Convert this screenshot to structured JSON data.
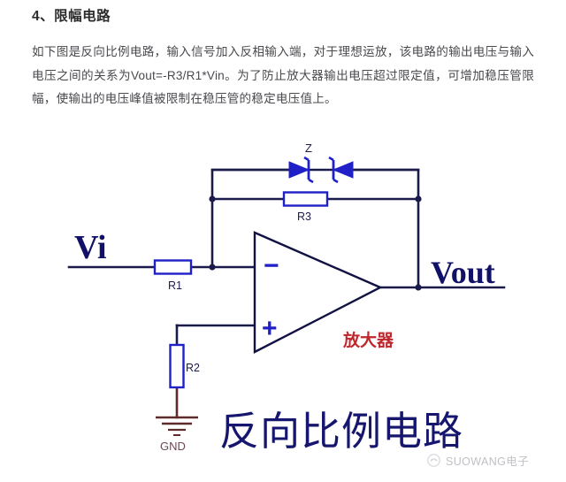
{
  "article": {
    "heading": "4、限幅电路",
    "body": "如下图是反向比例电路，输入信号加入反相输入端，对于理想运放，该电路的输出电压与输入电压之间的关系为Vout=-R3/R1*Vin。为了防止放大器输出电压超过限定值，可增加稳压管限幅，使输出的电压峰值被限制在稳压管的稳定电压值上。"
  },
  "circuit": {
    "title": "反向比例电路",
    "input_label": "Vi",
    "output_label": "Vout",
    "opamp_label": "放大器",
    "opamp_inverting_sign": "−",
    "opamp_noninverting_sign": "+",
    "components": {
      "r1": "R1",
      "r2": "R2",
      "r3": "R3",
      "zener": "Z",
      "ground": "GND"
    },
    "colors": {
      "wire": "#1b1b4b",
      "component": "#2020c8",
      "label_navy": "#111168",
      "title_navy": "#16166e",
      "amplifier_red": "#c0272d",
      "ground": "#5e2a2a"
    }
  },
  "watermark": {
    "text": "SUOWANG电子"
  }
}
